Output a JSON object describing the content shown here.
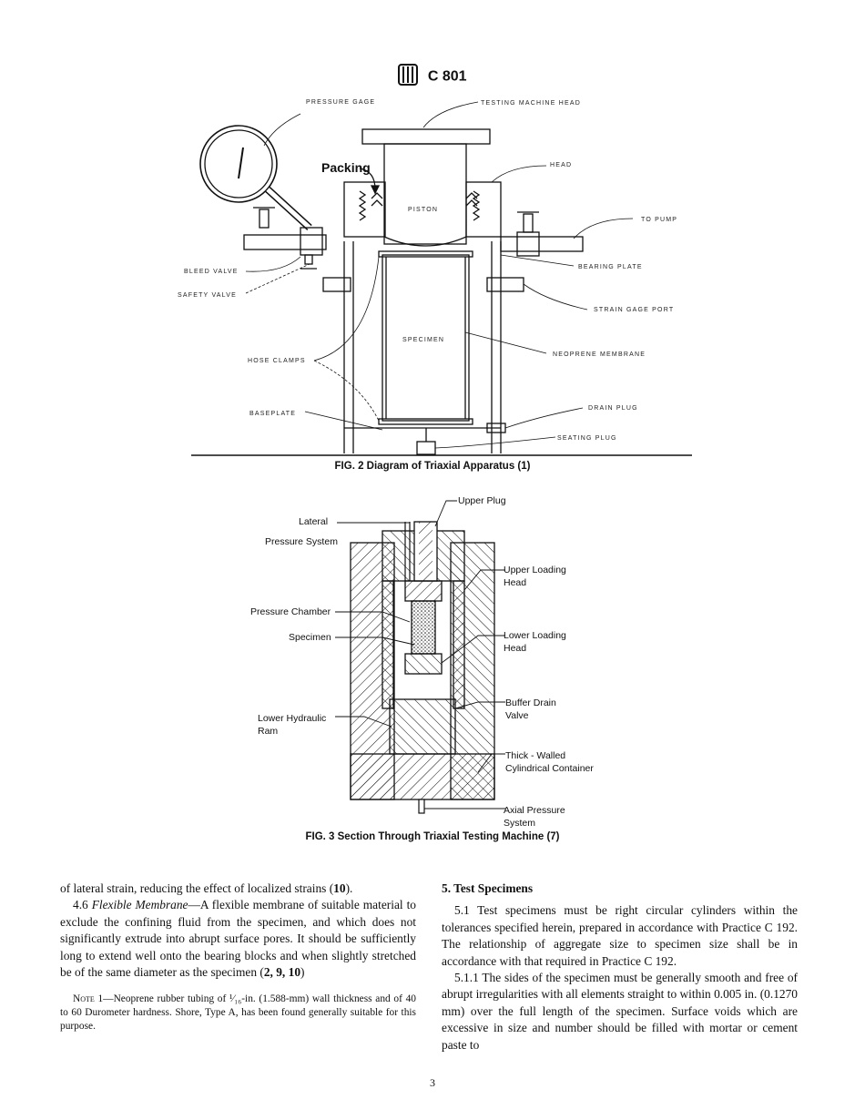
{
  "header": {
    "logo_text": "ASTM",
    "designation": "C 801"
  },
  "fig2": {
    "packing_label": "Packing",
    "labels": {
      "pressure_gage": "PRESSURE GAGE",
      "testing_machine_head": "TESTING MACHINE HEAD",
      "head": "HEAD",
      "piston": "PISTON",
      "to_pump": "TO PUMP",
      "bearing_plate": "BEARING PLATE",
      "bleed_valve": "BLEED VALVE",
      "safety_valve": "SAFETY VALVE",
      "strain_gage_port": "STRAIN GAGE PORT",
      "specimen": "SPECIMEN",
      "neoprene_membrane": "NEOPRENE MEMBRANE",
      "hose_clamps": "HOSE CLAMPS",
      "drain_plug": "DRAIN PLUG",
      "baseplate": "BASEPLATE",
      "seating_plug": "SEATING PLUG"
    },
    "caption": "FIG. 2    Diagram of Triaxial Apparatus (1)"
  },
  "fig3": {
    "labels": {
      "upper_plug": "Upper Plug",
      "lateral": "Lateral",
      "pressure_system": "Pressure System",
      "upper_loading": "Upper Loading",
      "head_1": "Head",
      "pressure_chamber": "Pressure Chamber",
      "specimen": "Specimen",
      "lower_loading": "Lower Loading",
      "head_2": "Head",
      "buffer_drain": "Buffer Drain",
      "valve": "Valve",
      "lower_hydraulic": "Lower Hydraulic",
      "ram": "Ram",
      "thick_walled": "Thick - Walled",
      "cylindrical_container": "Cylindrical Container",
      "axial_pressure": "Axial Pressure",
      "system": "System"
    },
    "caption": "FIG. 3    Section Through Triaxial Testing Machine (7)"
  },
  "left_column": {
    "p1": "of lateral strain, reducing the effect of localized strains (",
    "p1_ref": "10",
    "p1_end": ").",
    "p2_num": "4.6 ",
    "p2_title": "Flexible Membrane",
    "p2_body": "—A flexible membrane of suitable material to exclude the confining fluid from the specimen, and which does not significantly extrude into abrupt surface pores. It should be sufficiently long to extend well onto the bearing blocks and when slightly stretched be of the same diameter as the specimen (",
    "p2_ref": "2, 9, 10",
    "p2_end": ")",
    "note_label": "Note",
    "note_body": " 1—Neoprene rubber tubing of ¹⁄₁₆-in. (1.588-mm) wall thickness and of 40 to 60 Durometer hardness. Shore, Type A, has been found generally suitable for this purpose."
  },
  "right_column": {
    "heading": "5.  Test Specimens",
    "p1": "5.1 Test specimens must be right circular cylinders within the tolerances specified herein, prepared in accordance with Practice C 192. The relationship of aggregate size to specimen size shall be in accordance with that required in Practice C 192.",
    "p2": "5.1.1 The sides of the specimen must be generally smooth and free of abrupt irregularities with all elements straight to within 0.005 in. (0.1270 mm) over the full length of the specimen. Surface voids which are excessive in size and number should be filled with mortar or cement paste to"
  },
  "page_number": "3"
}
